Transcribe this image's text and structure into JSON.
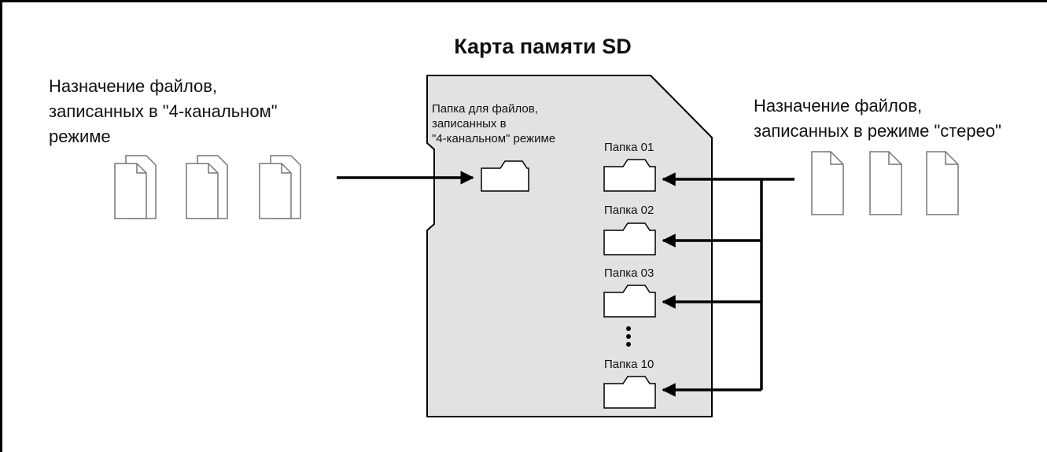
{
  "title": "Карта памяти SD",
  "left_label": {
    "line1": "Назначение файлов,",
    "line2": "записанных в \"4-канальном\"",
    "line3": "режиме"
  },
  "right_label": {
    "line1": "Назначение файлов,",
    "line2": "записанных в режиме \"стерео\""
  },
  "card_folder_label": {
    "line1": "Папка для файлов,",
    "line2": "записанных в",
    "line3": "\"4-канальном\" режиме"
  },
  "folders": [
    "Папка 01",
    "Папка 02",
    "Папка 03",
    "Папка 10"
  ],
  "colors": {
    "card_fill": "#e2e2e2",
    "line": "#000000",
    "doc_stroke": "#777777"
  }
}
